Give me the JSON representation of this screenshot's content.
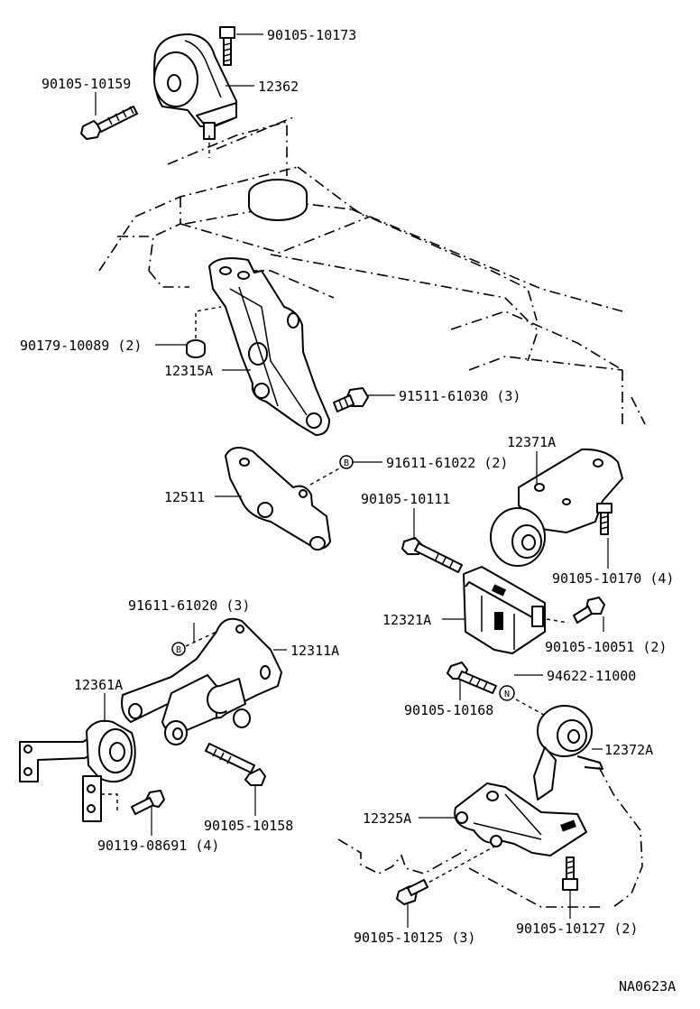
{
  "labels": {
    "p90105_10173": "90105-10173",
    "p90105_10159": "90105-10159",
    "p12362": "12362",
    "p90179_10089": "90179-10089 (2)",
    "p12315A": "12315A",
    "p91511_61030": "91511-61030 (3)",
    "p12371A": "12371A",
    "p91611_61022": "91611-61022 (2)",
    "p12511": "12511",
    "p90105_10111": "90105-10111",
    "p90105_10170": "90105-10170 (4)",
    "p91611_61020": "91611-61020 (3)",
    "p12321A": "12321A",
    "p12311A": "12311A",
    "p90105_10051": "90105-10051 (2)",
    "p12361A": "12361A",
    "p94622_11000": "94622-11000",
    "p90105_10168": "90105-10168",
    "p12372A": "12372A",
    "p12325A": "12325A",
    "p90105_10158": "90105-10158",
    "p90119_08691": "90119-08691 (4)",
    "p90105_10125": "90105-10125 (3)",
    "p90105_10127": "90105-10127 (2)",
    "figure_code": "NA0623A"
  },
  "markers": {
    "b_upper": "B",
    "b_lower": "B",
    "n_nut": "N"
  }
}
